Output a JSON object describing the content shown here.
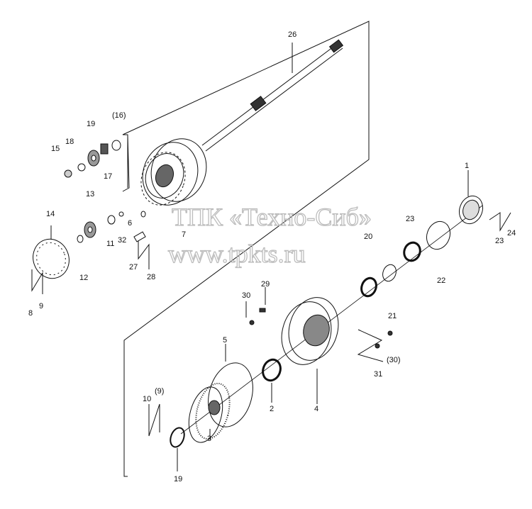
{
  "watermark": {
    "line1": "ТПК «Техно-Сиб»",
    "line2": "www.tpkts.ru"
  },
  "parts": [
    "1",
    "2",
    "3",
    "4",
    "5",
    "6",
    "7",
    "8",
    "9",
    "10",
    "11",
    "12",
    "13",
    "14",
    "15",
    "16",
    "17",
    "18",
    "19",
    "20",
    "21",
    "22",
    "23",
    "24",
    "26",
    "27",
    "28",
    "29",
    "30",
    "31",
    "32"
  ],
  "labels": {
    "p1": "1",
    "p2": "2",
    "p3": "3",
    "p4": "4",
    "p5": "5",
    "p6": "6",
    "p7": "7",
    "p8": "8",
    "p9": "9",
    "p9b": "(9)",
    "p10": "10",
    "p11": "11",
    "p12": "12",
    "p13": "13",
    "p14": "14",
    "p15": "15",
    "p16": "(16)",
    "p17": "17",
    "p18": "18",
    "p19a": "19",
    "p19b": "19",
    "p20": "20",
    "p21": "21",
    "p22": "22",
    "p23a": "23",
    "p23b": "23",
    "p24": "24",
    "p26": "26",
    "p27": "27",
    "p28": "28",
    "p29": "29",
    "p30a": "30",
    "p30b": "(30)",
    "p31": "31",
    "p32": "32"
  },
  "colors": {
    "line": "#111111",
    "watermark": "#bdbdbd"
  }
}
